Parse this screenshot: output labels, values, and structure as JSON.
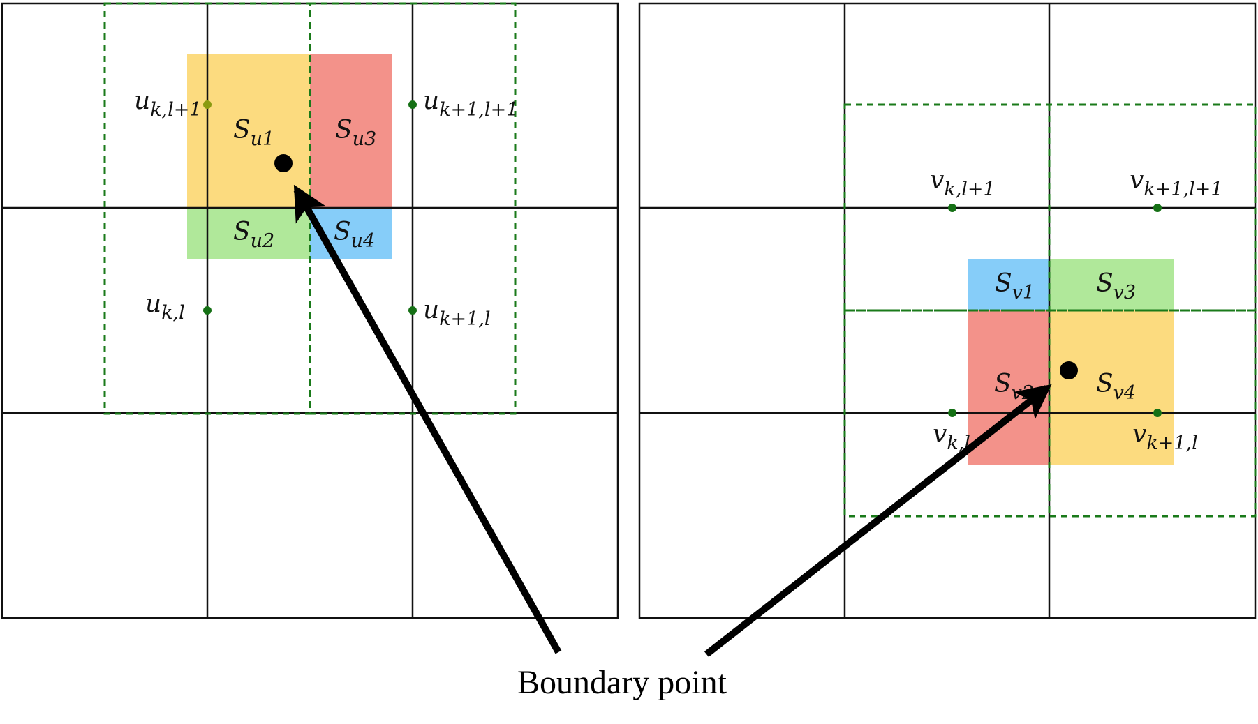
{
  "colors": {
    "grid_line": "#111111",
    "dashed_cell": "#1a7a1a",
    "node": "#157015",
    "node_olive": "#8a9a10",
    "boundary_point": "#000000",
    "arrow": "#000000",
    "yellow": "#fcdb7f",
    "red": "#f3928a",
    "green": "#b0e89a",
    "blue": "#86cdf9"
  },
  "caption": "Boundary point",
  "left_panel": {
    "nodes": {
      "top_left": "u",
      "top_left_sub": "k,l+1",
      "top_right": "u",
      "top_right_sub": "k+1,l+1",
      "bottom_left": "u",
      "bottom_left_sub": "k,l",
      "bottom_right": "u",
      "bottom_right_sub": "k+1,l"
    },
    "regions": [
      {
        "id": "su1",
        "letter": "S",
        "sub": "u1",
        "color": "yellow"
      },
      {
        "id": "su3",
        "letter": "S",
        "sub": "u3",
        "color": "red"
      },
      {
        "id": "su2",
        "letter": "S",
        "sub": "u2",
        "color": "green"
      },
      {
        "id": "su4",
        "letter": "S",
        "sub": "u4",
        "color": "blue"
      }
    ]
  },
  "right_panel": {
    "nodes": {
      "top_left": "v",
      "top_left_sub": "k,l+1",
      "top_right": "v",
      "top_right_sub": "k+1,l+1",
      "bottom_left": "v",
      "bottom_left_sub": "k,l",
      "bottom_right": "v",
      "bottom_right_sub": "k+1,l"
    },
    "regions": [
      {
        "id": "sv1",
        "letter": "S",
        "sub": "v1",
        "color": "blue"
      },
      {
        "id": "sv3",
        "letter": "S",
        "sub": "v3",
        "color": "green"
      },
      {
        "id": "sv2",
        "letter": "S",
        "sub": "v2",
        "color": "red"
      },
      {
        "id": "sv4",
        "letter": "S",
        "sub": "v4",
        "color": "yellow"
      }
    ]
  }
}
